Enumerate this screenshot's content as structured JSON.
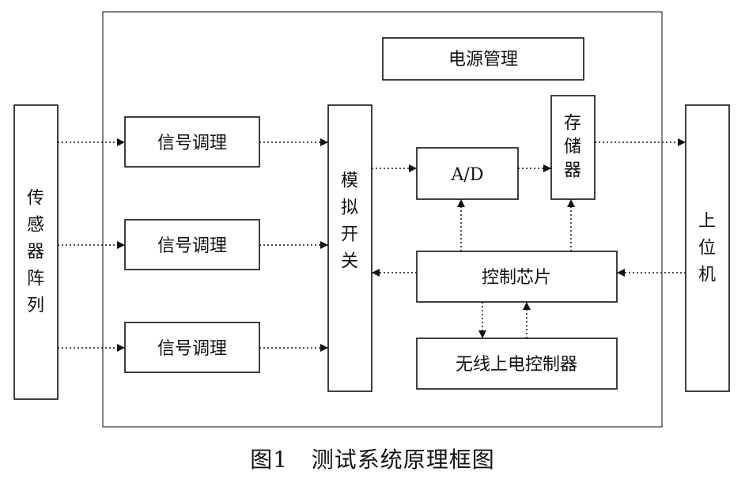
{
  "nodes": {
    "sensor_array": "传感器阵列",
    "signal_cond_1": "信号调理",
    "signal_cond_2": "信号调理",
    "signal_cond_3": "信号调理",
    "analog_switch": "模拟开关",
    "power_mgmt": "电源管理",
    "ad": "A/D",
    "storage": "存储器",
    "control_chip": "控制芯片",
    "wireless_power_ctrl": "无线上电控制器",
    "host_pc": "上位机"
  },
  "caption": "图1   测试系统原理框图",
  "colors": {
    "stroke": "#111111",
    "background": "#ffffff"
  }
}
